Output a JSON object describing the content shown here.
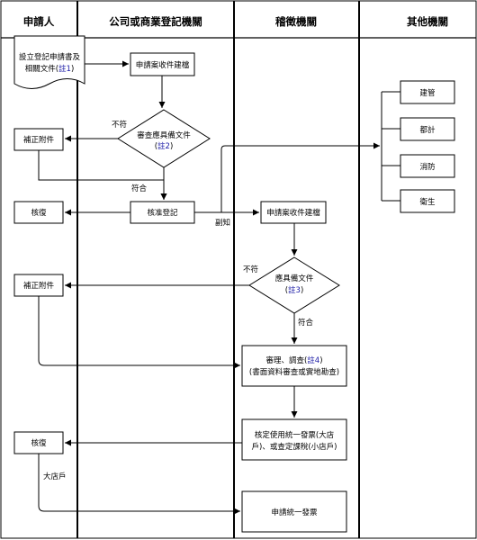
{
  "lanes": [
    {
      "id": "applicant",
      "label": "申請人"
    },
    {
      "id": "registry",
      "label": "公司或商業登記機關"
    },
    {
      "id": "tax",
      "label": "稽徵機關"
    },
    {
      "id": "other",
      "label": "其他機關"
    }
  ],
  "nodes": {
    "doc_apply": {
      "line1": "設立登記申請書及",
      "line2_text": "相關文件(",
      "line2_note": "註1",
      "line2_end": ")"
    },
    "reg_receive": {
      "text": "申請案收件建檔"
    },
    "reg_review": {
      "line1": "審查應具備文件",
      "line2_open": "(",
      "line2_note": "註2",
      "line2_end": ")"
    },
    "app_supplement1": {
      "text": "補正附件"
    },
    "reg_approve": {
      "text": "核准登記"
    },
    "app_result1": {
      "text": "核復"
    },
    "tax_receive": {
      "text": "申請案收件建檔"
    },
    "tax_check": {
      "line1": "應具備文件",
      "line2_open": "(",
      "line2_note": "註3",
      "line2_end": ")"
    },
    "app_supplement2": {
      "text": "補正附件"
    },
    "tax_audit": {
      "line1_text": "審理、調查(",
      "line1_note": "註4",
      "line1_end": ")",
      "line2": "(書面資料審查或實地勘查)"
    },
    "tax_decide": {
      "line1": "核定使用統一發票(大店",
      "line2": "戶)、或查定課稅(小店戶)"
    },
    "app_result2": {
      "text": "核復"
    },
    "tax_invoice": {
      "text": "申請統一發票"
    },
    "other_building": {
      "text": "建管"
    },
    "other_capital": {
      "text": "都計"
    },
    "other_fire": {
      "text": "消防"
    },
    "other_health": {
      "text": "衛生"
    }
  },
  "edge_labels": {
    "noncompliant1": "不符",
    "compliant1": "符合",
    "copy_notice": "副知",
    "noncompliant2": "不符",
    "compliant2": "符合",
    "large_store": "大店戶"
  }
}
